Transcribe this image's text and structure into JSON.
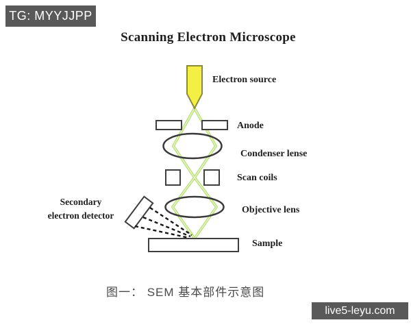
{
  "watermark_top": {
    "text": "TG: MYYJJPP"
  },
  "watermark_bottom": {
    "text": "live5-leyu.com"
  },
  "diagram": {
    "title": "Scanning Electron Microscope",
    "labels": {
      "electron_source": "Electron source",
      "anode": "Anode",
      "condenser_lens": "Condenser lense",
      "scan_coils": "Scan coils",
      "objective_lens": "Objective lens",
      "sample": "Sample",
      "detector_line1": "Secondary",
      "detector_line2": "electron detector"
    },
    "colors": {
      "beam": "#b5dc72",
      "beam_core": "#e9f5c2",
      "source_fill": "#f4ef45",
      "source_stroke": "#8a8a3a",
      "shape_outline": "#3f3f3f",
      "sample_fill": "#c9c9c9",
      "badge_bg": "#595959",
      "badge_text": "#ffffff"
    }
  },
  "caption": "图一： SEM 基本部件示意图"
}
